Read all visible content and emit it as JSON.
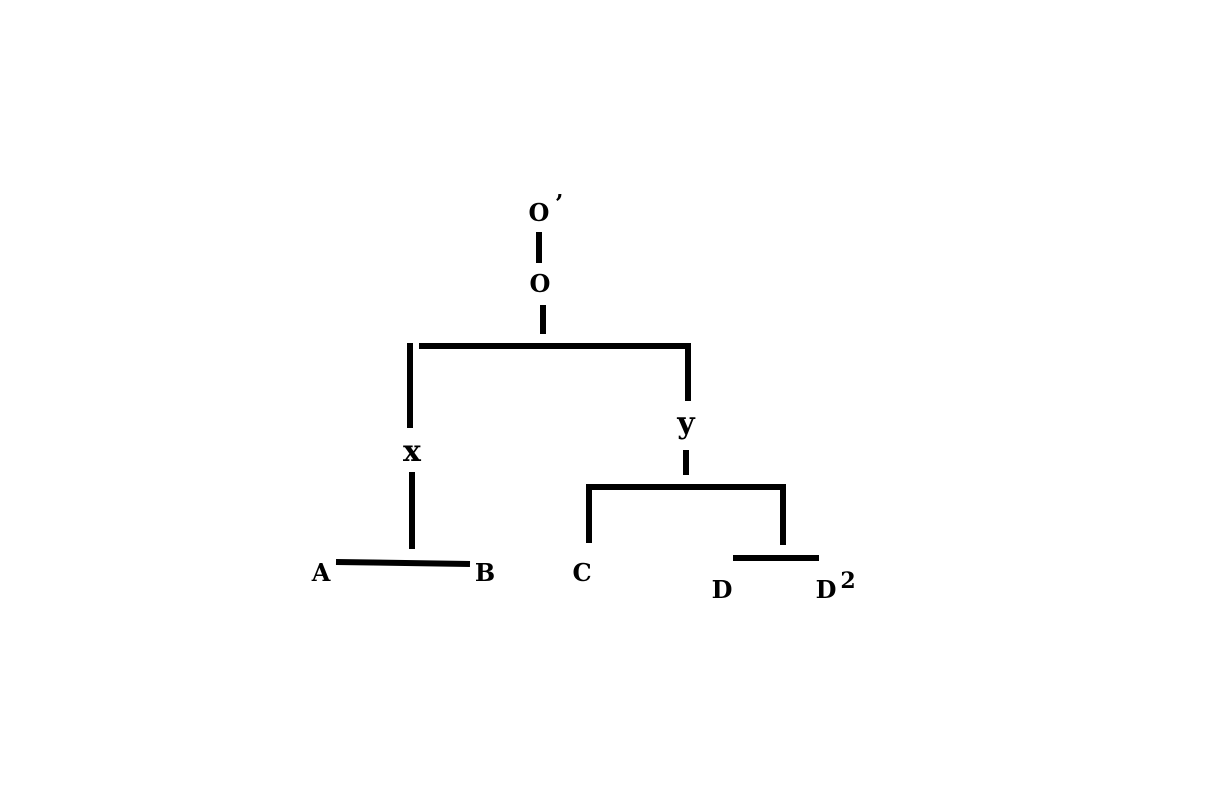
{
  "stemma": {
    "nodes": {
      "archetype_prime": {
        "label": "O",
        "mark": "’"
      },
      "archetype": {
        "label": "O"
      },
      "x": {
        "label": "x"
      },
      "y": {
        "label": "y"
      },
      "a": {
        "label": "A"
      },
      "b": {
        "label": "B"
      },
      "c": {
        "label": "C"
      },
      "d": {
        "label": "D"
      },
      "d2": {
        "label": "D",
        "superscript": "2"
      }
    },
    "edges": [
      {
        "from": "archetype_prime",
        "to": "archetype"
      },
      {
        "from": "archetype",
        "to": "x"
      },
      {
        "from": "archetype",
        "to": "y"
      },
      {
        "from": "x",
        "to": "a"
      },
      {
        "from": "x",
        "to": "b"
      },
      {
        "from": "y",
        "to": "c"
      },
      {
        "from": "y",
        "to": "d"
      },
      {
        "from": "y",
        "to": "d2"
      }
    ]
  }
}
